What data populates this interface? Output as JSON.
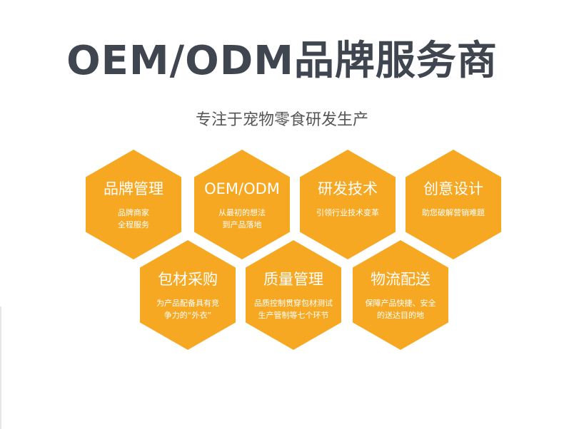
{
  "title": "OEM/ODM品牌服务商",
  "subtitle": "专注于宠物零食研发生产",
  "colors": {
    "hex_fill": "#f7a823",
    "title_text": "#3f4650",
    "subtitle_text": "#555555",
    "hex_text": "#ffffff"
  },
  "hexagons": [
    {
      "title": "品牌管理",
      "lines": [
        "品牌商家",
        "全程服务"
      ]
    },
    {
      "title": "OEM/ODM",
      "lines": [
        "从最初的想法",
        "到产品落地"
      ]
    },
    {
      "title": "研发技术",
      "lines": [
        "引领行业技术变革"
      ]
    },
    {
      "title": "创意设计",
      "lines": [
        "助您破解营销难题"
      ]
    },
    {
      "title": "包材采购",
      "lines": [
        "为产品配备具有竞",
        "争力的“外衣”"
      ]
    },
    {
      "title": "质量管理",
      "lines": [
        "品质控制贯穿包材测试",
        "生产管制等七个环节"
      ]
    },
    {
      "title": "物流配送",
      "lines": [
        "保障产品快捷、安全",
        "的送达目的地"
      ]
    }
  ]
}
